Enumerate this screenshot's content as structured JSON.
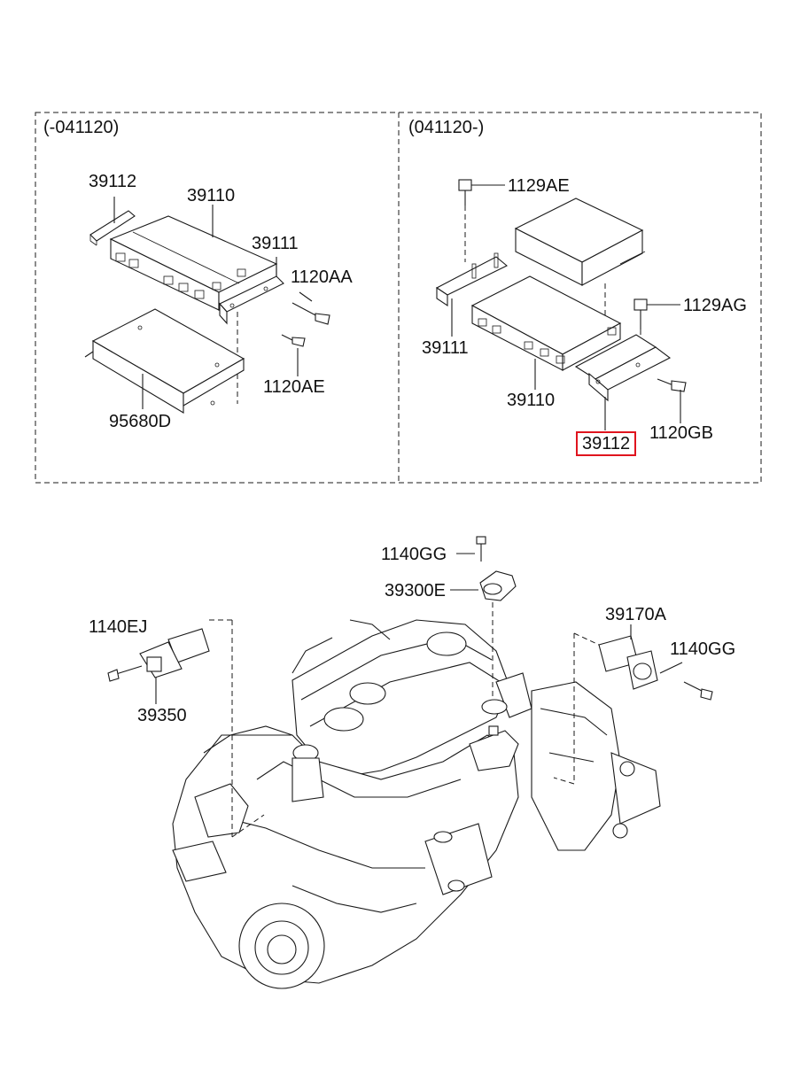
{
  "panels": {
    "left_header": "(-041120)",
    "right_header": "(041120-)"
  },
  "left_labels": {
    "p39112": "39112",
    "p39110": "39110",
    "p39111": "39111",
    "p1120AA": "1120AA",
    "p1120AE": "1120AE",
    "p95680D": "95680D"
  },
  "right_labels": {
    "p1129AE": "1129AE",
    "p1129AG": "1129AG",
    "p39111": "39111",
    "p39110": "39110",
    "p1120GB": "1120GB",
    "p39112_highlighted": "39112"
  },
  "engine_labels": {
    "p1140GG_top": "1140GG",
    "p39300E": "39300E",
    "p1140EJ": "1140EJ",
    "p39350": "39350",
    "p39170A": "39170A",
    "p1140GG_right": "1140GG"
  },
  "colors": {
    "highlight": "#e0141e",
    "line": "#1a1a1a",
    "background": "#ffffff"
  }
}
